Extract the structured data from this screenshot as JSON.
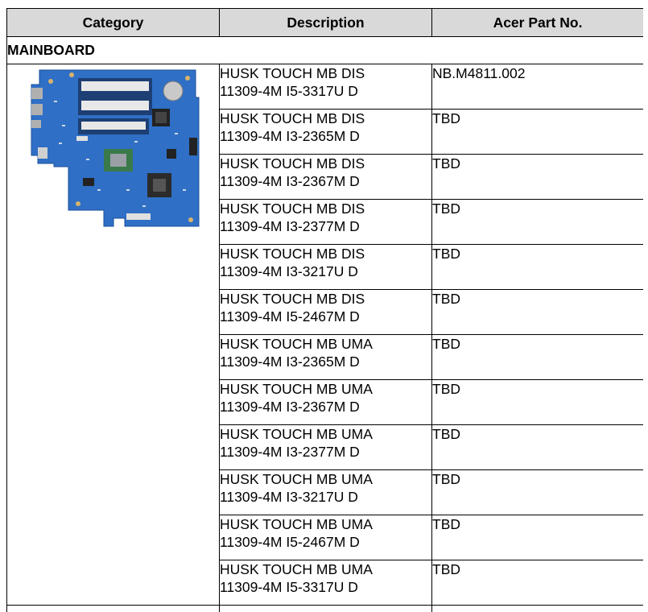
{
  "header": {
    "category": "Category",
    "description": "Description",
    "part_no": "Acer Part No."
  },
  "section": {
    "title": "MAINBOARD"
  },
  "image": {
    "icon": "mainboard-photo",
    "board_color": "#2f6fc6"
  },
  "rows": [
    {
      "desc_line1": "HUSK TOUCH MB DIS",
      "desc_line2": "11309-4M I5-3317U D",
      "part": "NB.M4811.002"
    },
    {
      "desc_line1": "HUSK TOUCH MB DIS",
      "desc_line2": "11309-4M I3-2365M D",
      "part": "TBD"
    },
    {
      "desc_line1": "HUSK TOUCH MB DIS",
      "desc_line2": "11309-4M I3-2367M D",
      "part": "TBD"
    },
    {
      "desc_line1": "HUSK TOUCH MB DIS",
      "desc_line2": "11309-4M I3-2377M D",
      "part": "TBD"
    },
    {
      "desc_line1": "HUSK TOUCH MB DIS",
      "desc_line2": "11309-4M I3-3217U D",
      "part": "TBD"
    },
    {
      "desc_line1": "HUSK TOUCH MB DIS",
      "desc_line2": "11309-4M I5-2467M D",
      "part": "TBD"
    },
    {
      "desc_line1": "HUSK TOUCH MB UMA",
      "desc_line2": "11309-4M I3-2365M D",
      "part": "TBD"
    },
    {
      "desc_line1": "HUSK TOUCH MB UMA",
      "desc_line2": "11309-4M I3-2367M D",
      "part": "TBD"
    },
    {
      "desc_line1": "HUSK TOUCH MB UMA",
      "desc_line2": "11309-4M I3-2377M D",
      "part": "TBD"
    },
    {
      "desc_line1": "HUSK TOUCH MB UMA",
      "desc_line2": "11309-4M I3-3217U D",
      "part": "TBD"
    },
    {
      "desc_line1": "HUSK TOUCH MB UMA",
      "desc_line2": "11309-4M I5-2467M D",
      "part": "TBD"
    },
    {
      "desc_line1": "HUSK TOUCH MB UMA",
      "desc_line2": "11309-4M I5-3317U D",
      "part": "TBD"
    }
  ]
}
